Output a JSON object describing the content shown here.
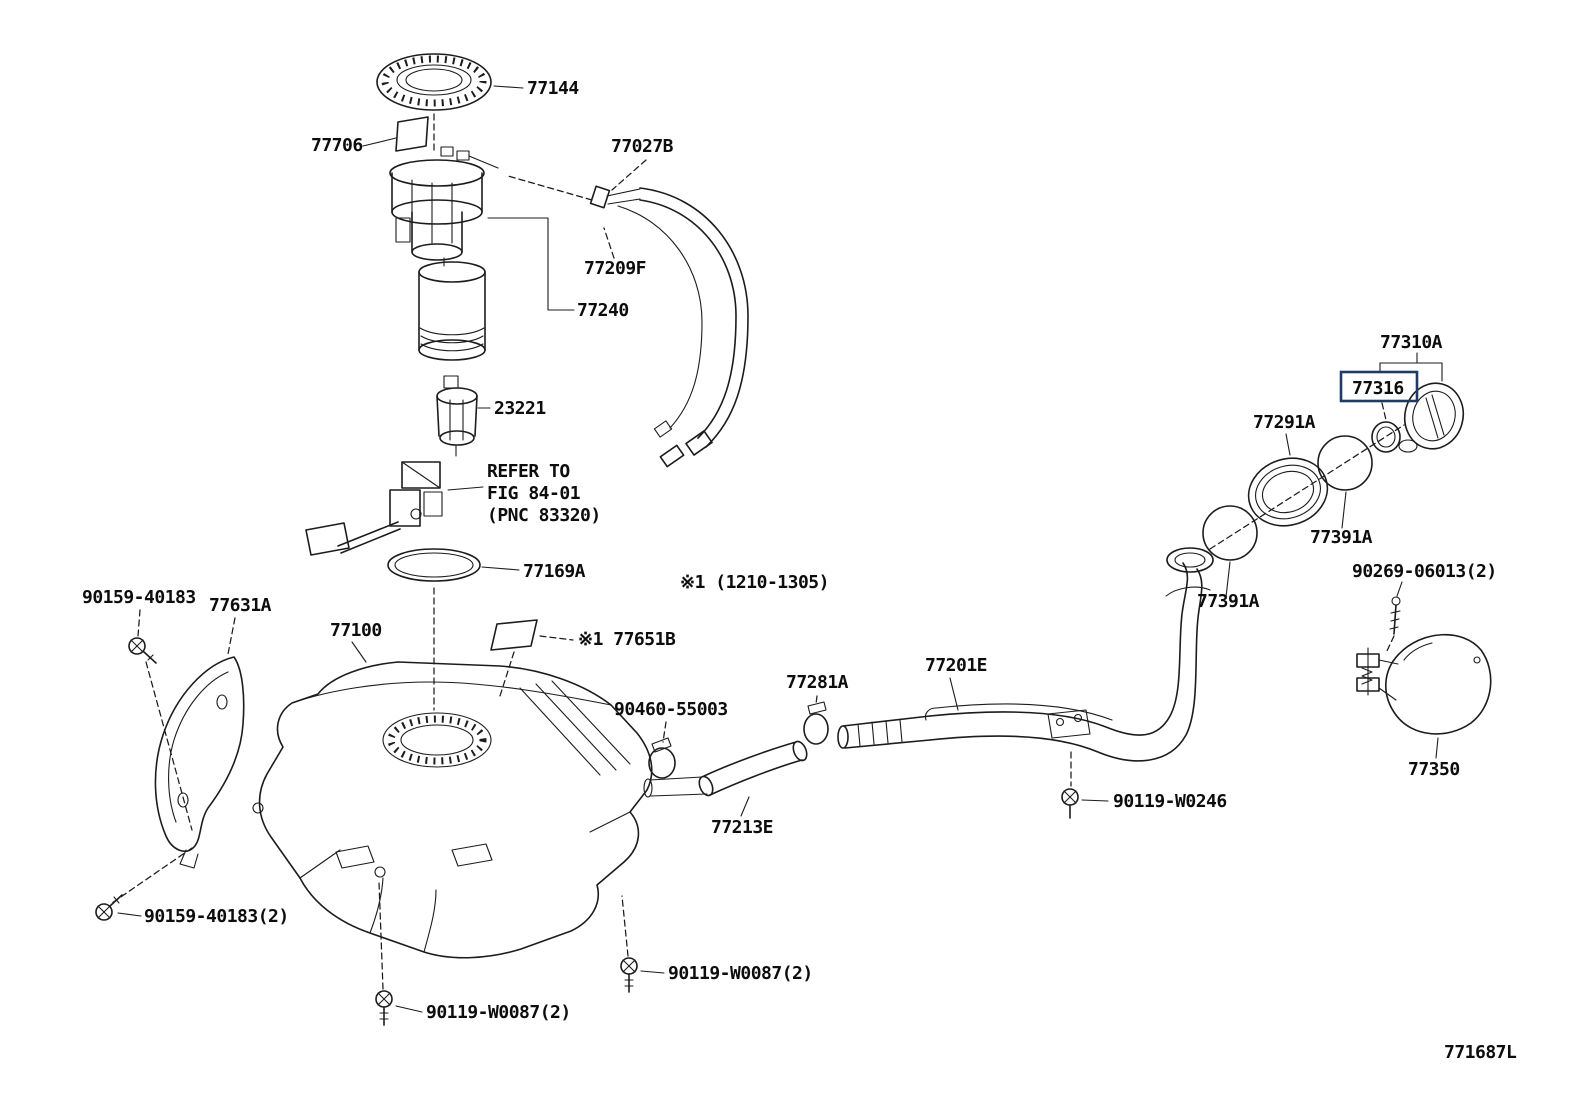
{
  "page": {
    "drawing_code": "771687L",
    "background": "#ffffff",
    "line_color": "#1c1c1c",
    "highlight_box_color": "#1e3a68"
  },
  "notes": {
    "range_note": "※1 (1210-1305)",
    "refer_line1": "REFER TO",
    "refer_line2": "FIG 84-01",
    "refer_line3": "(PNC 83320)"
  },
  "parts": {
    "p77144": "77144",
    "p77706": "77706",
    "p77027b": "77027B",
    "p77209f": "77209F",
    "p77240": "77240",
    "p23221": "23221",
    "p77169a": "77169A",
    "p77100": "77100",
    "p77631a": "77631A",
    "p90159_40183": "90159-40183",
    "p90159_40183_2": "90159-40183(2)",
    "p90119_w0087_2a": "90119-W0087(2)",
    "p90119_w0087_2b": "90119-W0087(2)",
    "p77651b": "※1 77651B",
    "p90460_55003": "90460-55003",
    "p77213e": "77213E",
    "p77281a": "77281A",
    "p77201e": "77201E",
    "p90119_w0246": "90119-W0246",
    "p77310a": "77310A",
    "p77316": "77316",
    "p77291a": "77291A",
    "p77391a_a": "77391A",
    "p77391a_b": "77391A",
    "p90269_06013_2": "90269-06013(2)",
    "p77350": "77350"
  }
}
